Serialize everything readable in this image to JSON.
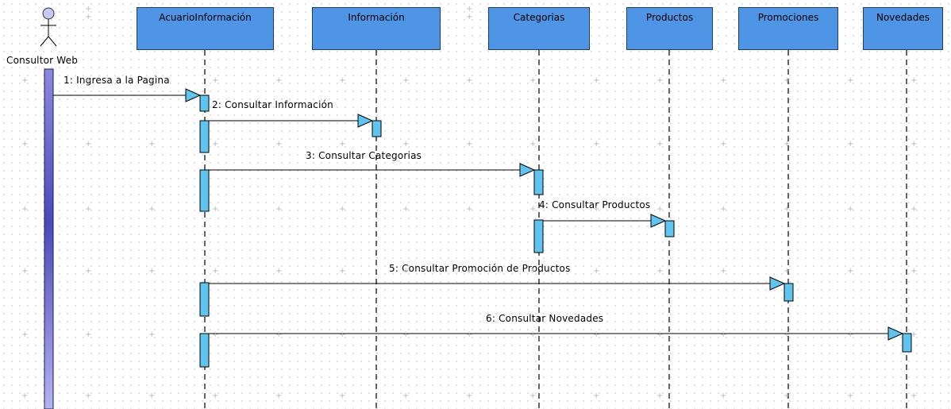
{
  "actor": {
    "label": "Consultor Web"
  },
  "lifelines": [
    {
      "id": "acuario",
      "label": "AcuarioInformación"
    },
    {
      "id": "info",
      "label": "Información"
    },
    {
      "id": "cat",
      "label": "Categorias"
    },
    {
      "id": "prod",
      "label": "Productos"
    },
    {
      "id": "promo",
      "label": "Promociones"
    },
    {
      "id": "nov",
      "label": "Novedades"
    }
  ],
  "messages": [
    {
      "label": "1: Ingresa a la Pagina"
    },
    {
      "label": "2: Consultar Información"
    },
    {
      "label": "3: Consultar Categorias"
    },
    {
      "label": "4: Consultar Productos"
    },
    {
      "label": "5: Consultar Promoción de Productos"
    },
    {
      "label": "6: Consultar Novedades"
    }
  ],
  "colors": {
    "lifeline_box": "#4f95e6",
    "activation": "#5fc4ef",
    "actor_bar": "#7f7fd6",
    "actor_head": "#c8c8f4"
  }
}
